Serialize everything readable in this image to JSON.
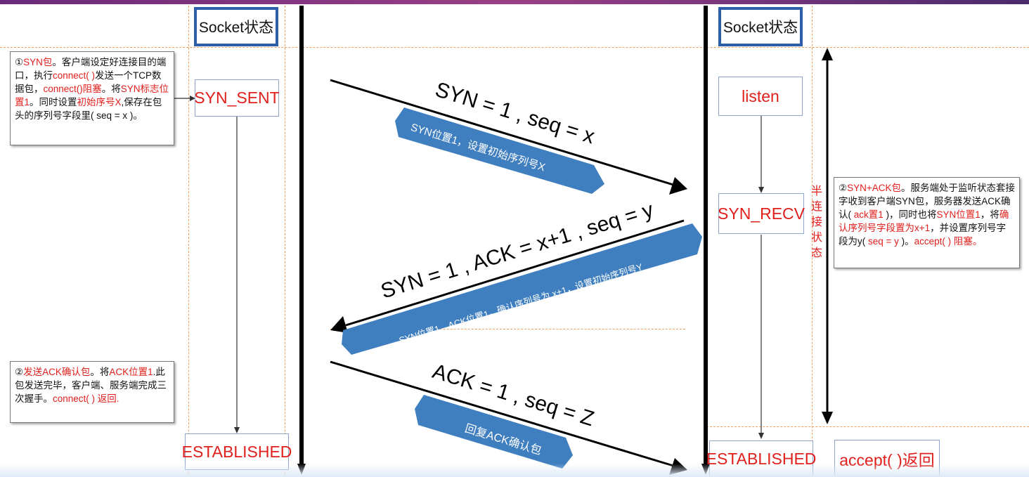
{
  "client": {
    "header": "Socket状态",
    "states": {
      "syn_sent": "SYN_SENT",
      "established": "ESTABLISHED"
    },
    "note1": {
      "p1": "①",
      "p2": "SYN包",
      "p3": "。客户端设定好连接目的端口，执行",
      "p4": "connect( )",
      "p5": "发送一个TCP数据包，",
      "p6": "connect()阻塞",
      "p7": "。将",
      "p8": "SYN标志位置1",
      "p9": "。同时设置",
      "p10": "初始序号X",
      "p11": ",保存在包头的序列号字段里( seq = x )。"
    },
    "note2": {
      "p1": "②",
      "p2": "发送ACK确认包",
      "p3": "。将",
      "p4": "ACK位置1",
      "p5": ".此包发送完毕，客户端、服务端完成三次握手。",
      "p6": "connect( ) 返回."
    }
  },
  "server": {
    "header": "Socket状态",
    "states": {
      "listen": "listen",
      "syn_recv": "SYN_RECV",
      "established": "ESTABLISHED",
      "accept_return": "accept( )返回"
    },
    "half_connection": [
      "半",
      "连",
      "接",
      "状",
      "态"
    ],
    "note": {
      "p1": "②",
      "p2": "SYN+ACK包",
      "p3": "。服务端处于监听状态套接字收到客户端SYN包，服务器发送ACK确认( ",
      "p4": "ack置1",
      "p5": " )，同时也将",
      "p6": "SYN位置1",
      "p7": "，将",
      "p8": "确认序列号字段置为x+1",
      "p9": "，并设置序列号字段为y( ",
      "p10": "seq = y",
      "p11": " )。",
      "p12": "accept( ) 阻塞。"
    }
  },
  "messages": {
    "m1": {
      "label": "SYN = 1 , seq = x",
      "banner": "SYN位置1，设置初始序列号X"
    },
    "m2": {
      "label": "SYN = 1 , ACK = x+1 , seq = y",
      "banner": "SYN位置1，ACK位置1，确认序列号为 x+1，设置初始序列号Y"
    },
    "m3": {
      "label": "ACK = 1 , seq = Z",
      "banner": "回复ACK确认包"
    }
  },
  "colors": {
    "accent_red": "#e0201c",
    "header_border": "#2f5ea8",
    "banner": "#3f7fc0",
    "guide": "#f0a060"
  }
}
